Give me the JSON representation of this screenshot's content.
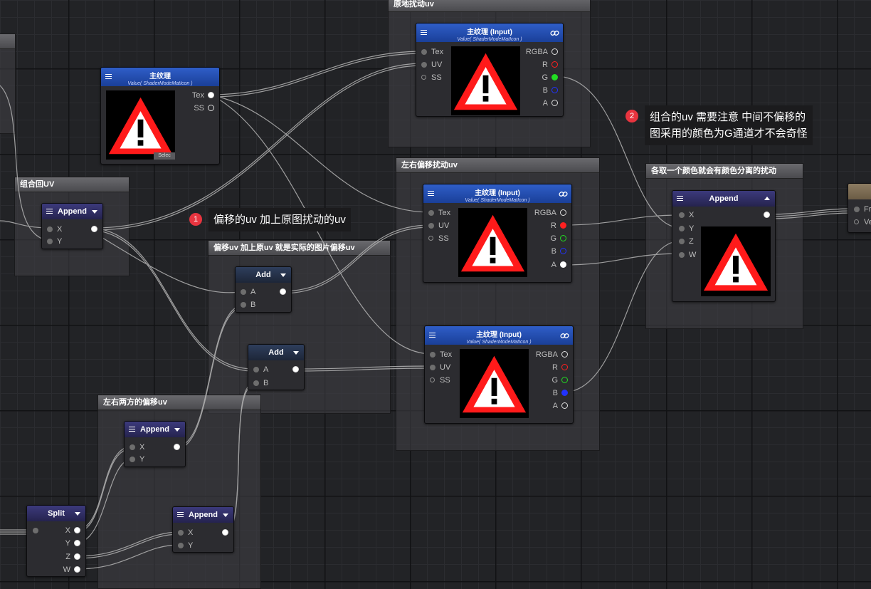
{
  "groups": {
    "g1": "原地扰动uv",
    "g2": "组合回UV",
    "g3": "偏移uv 加上原uv 就是实际的图片偏移uv",
    "g4": "左右偏移扰动uv",
    "g5": "各取一个颜色就会有颜色分离的扰动",
    "g6": "左右两方的偏移uv"
  },
  "nodes": {
    "tex_src": {
      "title": "主纹理",
      "subtitle": "Value( ShaderModeMatIcon )",
      "out_tex": "Tex",
      "out_ss": "SS",
      "select": "Selec"
    },
    "tex_orig": {
      "title": "主纹理 (Input)",
      "subtitle": "Value( ShaderModeMatIcon )",
      "in_tex": "Tex",
      "in_uv": "UV",
      "in_ss": "SS",
      "out_rgba": "RGBA",
      "out_r": "R",
      "out_g": "G",
      "out_b": "B",
      "out_a": "A"
    },
    "tex_r": {
      "title": "主纹理 (Input)",
      "subtitle": "Value( ShaderModeMatIcon )",
      "in_tex": "Tex",
      "in_uv": "UV",
      "in_ss": "SS",
      "out_rgba": "RGBA",
      "out_r": "R",
      "out_g": "G",
      "out_b": "B",
      "out_a": "A"
    },
    "tex_b": {
      "title": "主纹理 (Input)",
      "subtitle": "Value( ShaderModeMatIcon )",
      "in_tex": "Tex",
      "in_uv": "UV",
      "in_ss": "SS",
      "out_rgba": "RGBA",
      "out_r": "R",
      "out_g": "G",
      "out_b": "B",
      "out_a": "A"
    },
    "append_uv": {
      "title": "Append",
      "in_x": "X",
      "in_y": "Y"
    },
    "add1": {
      "title": "Add",
      "in_a": "A",
      "in_b": "B"
    },
    "add2": {
      "title": "Add",
      "in_a": "A",
      "in_b": "B"
    },
    "append_xy": {
      "title": "Append",
      "in_x": "X",
      "in_y": "Y"
    },
    "append_zw": {
      "title": "Append",
      "in_x": "X",
      "in_y": "Y"
    },
    "split": {
      "title": "Split",
      "out_x": "X",
      "out_y": "Y",
      "out_z": "Z",
      "out_w": "W"
    },
    "append_rgba": {
      "title": "Append",
      "in_x": "X",
      "in_y": "Y",
      "in_z": "Z",
      "in_w": "W"
    },
    "frag": {
      "in1": "Fr",
      "in2": "Ve"
    }
  },
  "notes": {
    "n1": {
      "badge": "1",
      "text": "偏移的uv 加上原图扰动的uv"
    },
    "n2": {
      "badge": "2",
      "line1": "组合的uv 需要注意 中间不偏移的",
      "line2": "图采用的颜色为G通道才不会奇怪"
    }
  },
  "colors": {
    "r": "#ff2020",
    "g": "#22dd22",
    "b": "#2233ff",
    "badge": "#e8343f",
    "tex_header": "#2450b8"
  },
  "icons": {
    "menu": "menu-icon",
    "dropdown": "chevron-down-icon",
    "link": "link-icon",
    "warning": "warning-icon"
  }
}
